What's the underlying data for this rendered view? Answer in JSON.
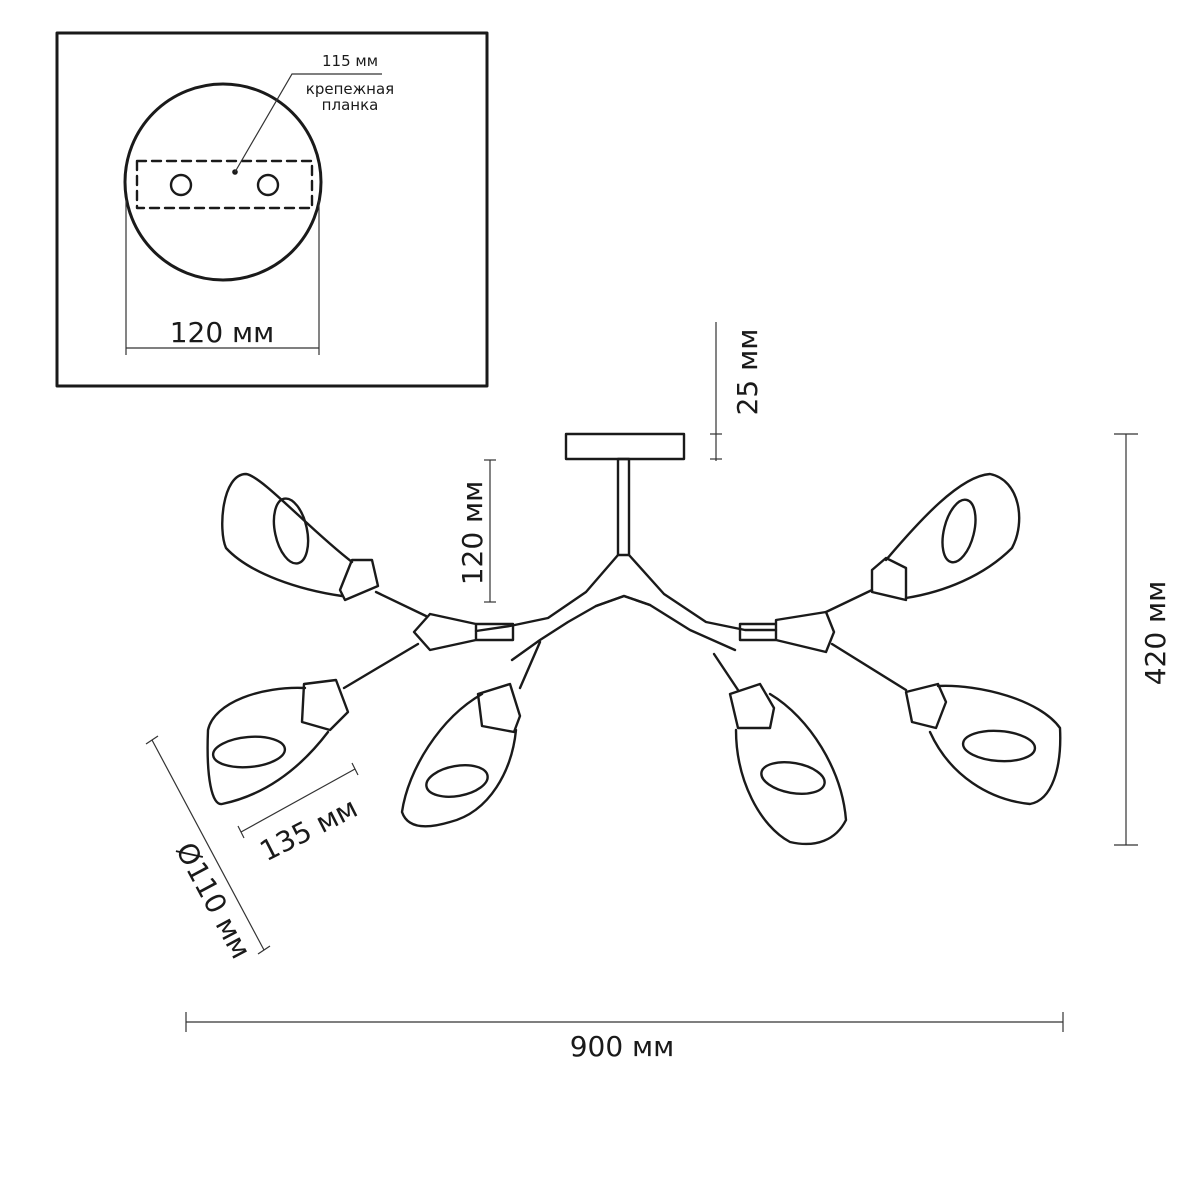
{
  "inset": {
    "slot_label": "115 мм",
    "bracket_label_line1": "крепежная",
    "bracket_label_line2": "планка",
    "width_label": "120 мм"
  },
  "dimensions": {
    "canopy_height": "25 мм",
    "drop_height": "120 мм",
    "total_height": "420 мм",
    "arm_length": "135 мм",
    "shade_diameter": "Ø110 мм",
    "total_width": "900 мм"
  }
}
